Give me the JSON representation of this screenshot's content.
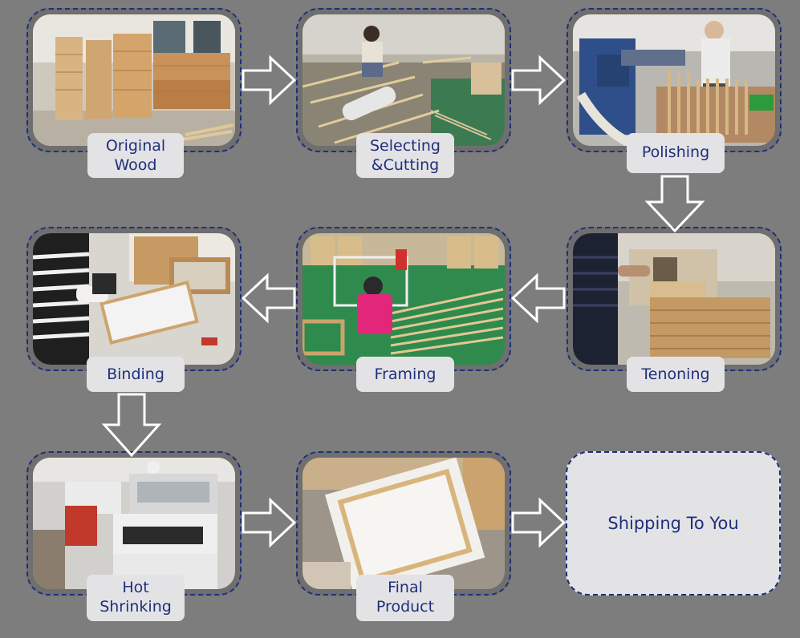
{
  "steps": [
    {
      "id": "original-wood",
      "label": "Original\nWood",
      "photo": "stacked-lumber"
    },
    {
      "id": "selecting-cutting",
      "label": "Selecting\n&Cutting",
      "photo": "worker-cutting-wood"
    },
    {
      "id": "polishing",
      "label": "Polishing",
      "photo": "polishing-machine"
    },
    {
      "id": "tenoning",
      "label": "Tenoning",
      "photo": "tenoning-machine"
    },
    {
      "id": "framing",
      "label": "Framing",
      "photo": "worker-assembling-frames"
    },
    {
      "id": "binding",
      "label": "Binding",
      "photo": "stapling-canvas"
    },
    {
      "id": "hot-shrinking",
      "label": "Hot\nShrinking",
      "photo": "shrink-wrap-machine"
    },
    {
      "id": "final-product",
      "label": "Final\nProduct",
      "photo": "stretched-canvas"
    }
  ],
  "final_step": {
    "label": "Shipping To You"
  },
  "colors": {
    "accent": "#1f2f7a",
    "label_bg": "#e3e3e6",
    "background": "#7d7d7d"
  }
}
